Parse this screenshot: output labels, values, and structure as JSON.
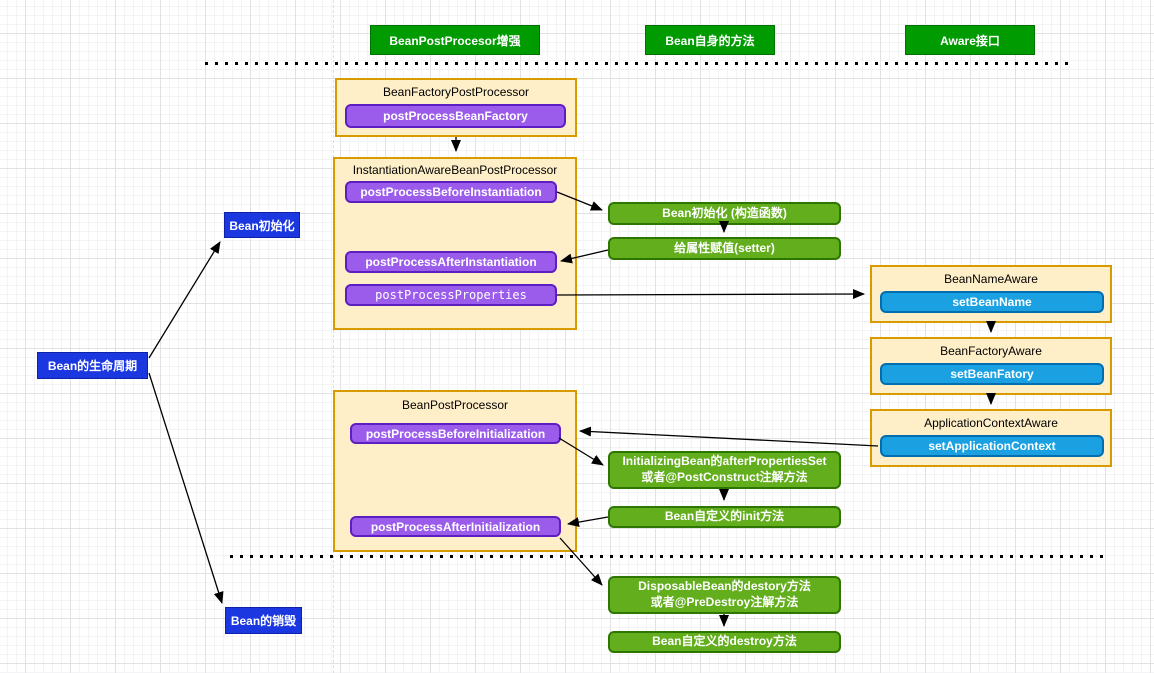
{
  "colors": {
    "header-green": "#009b00",
    "header-green-border": "#007200",
    "container-fill": "#ffefc8",
    "container-border": "#d79b00",
    "purple-fill": "#9b5cec",
    "purple-border": "#5d1ec2",
    "flow-green-fill": "#62ae1c",
    "flow-green-border": "#2d7600",
    "aware-blue-fill": "#1ba1e2",
    "aware-blue-border": "#006eaf",
    "nav-blue-fill": "#1b38e0",
    "nav-blue-border": "#0d22a8"
  },
  "legend": {
    "postprocessor": "BeanPostProcesor增强",
    "bean_methods": "Bean自身的方法",
    "aware": "Aware接口"
  },
  "lifecycle": {
    "root": "Bean的生命周期",
    "init": "Bean初始化",
    "destroy": "Bean的销毁"
  },
  "processors": {
    "beanFactoryPostProcessor": {
      "title": "BeanFactoryPostProcessor",
      "method": "postProcessBeanFactory"
    },
    "instantiationAware": {
      "title": "InstantiationAwareBeanPostProcessor",
      "before": "postProcessBeforeInstantiation",
      "after": "postProcessAfterInstantiation",
      "properties": "postProcessProperties"
    },
    "beanPostProcessor": {
      "title": "BeanPostProcessor",
      "before": "postProcessBeforeInitialization",
      "after": "postProcessAfterInitialization"
    }
  },
  "aware": {
    "beanName": {
      "title": "BeanNameAware",
      "method": "setBeanName"
    },
    "beanFactory": {
      "title": "BeanFactoryAware",
      "method": "setBeanFatory"
    },
    "applicationContext": {
      "title": "ApplicationContextAware",
      "method": "setApplicationContext"
    }
  },
  "beanMethods": {
    "construct": "Bean初始化 (构造函数)",
    "setter": "给属性赋值(setter)",
    "afterPropertiesSet_line1": "InitializingBean的afterPropertiesSet",
    "afterPropertiesSet_line2": "或者@PostConstruct注解方法",
    "init": "Bean自定义的init方法",
    "destroy_line1": "DisposableBean的destory方法",
    "destroy_line2": "或者@PreDestroy注解方法",
    "destroy": "Bean自定义的destroy方法"
  }
}
